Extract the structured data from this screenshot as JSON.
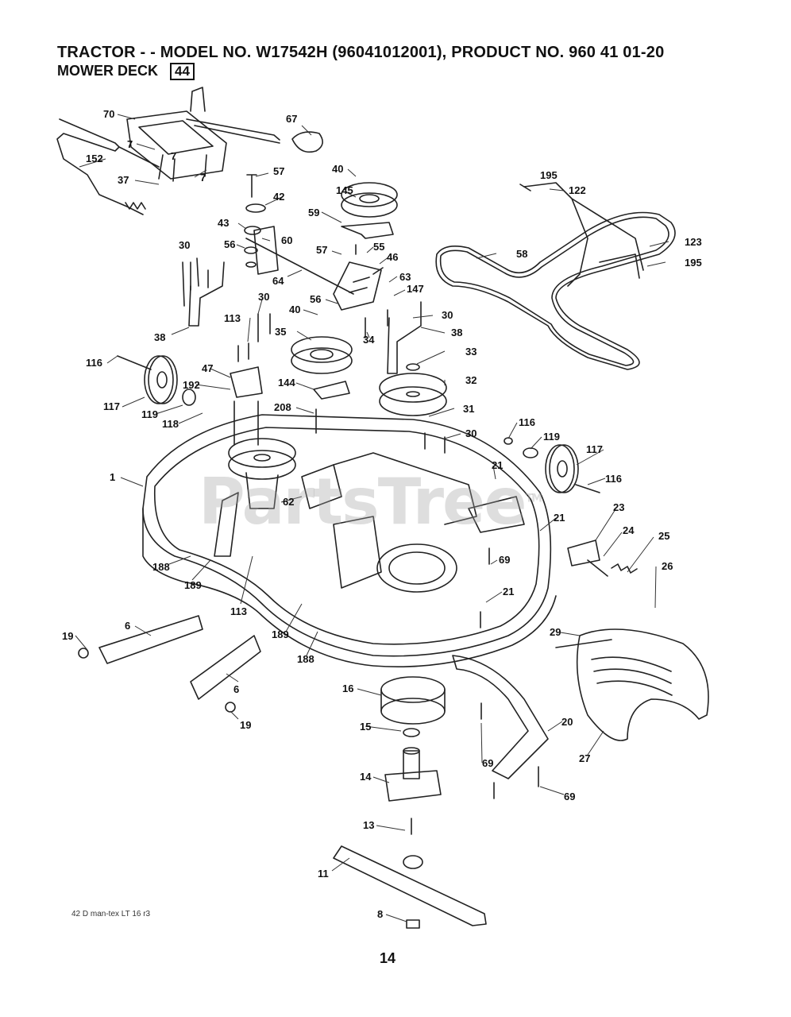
{
  "header": {
    "title": "TRACTOR - - MODEL NO. W17542H  (96041012001), PRODUCT NO. 960 41 01-20",
    "subtitle": "MOWER DECK",
    "section_number": "44"
  },
  "watermark": {
    "text": "PartsTree",
    "trademark": "TM"
  },
  "footer": {
    "code": "42  D  man-tex  LT  16  r3",
    "page_number": "14"
  },
  "callouts": [
    "70",
    "67",
    "7",
    "7",
    "152",
    "7",
    "37",
    "57",
    "40",
    "42",
    "145",
    "195",
    "122",
    "43",
    "59",
    "56",
    "60",
    "30",
    "57",
    "55",
    "46",
    "58",
    "123",
    "195",
    "64",
    "63",
    "40",
    "56",
    "147",
    "30",
    "113",
    "30",
    "38",
    "38",
    "35",
    "34",
    "33",
    "116",
    "47",
    "192",
    "144",
    "32",
    "117",
    "119",
    "118",
    "208",
    "31",
    "30",
    "116",
    "119",
    "117",
    "116",
    "21",
    "1",
    "62",
    "23",
    "21",
    "24",
    "25",
    "69",
    "188",
    "189",
    "113",
    "21",
    "26",
    "189",
    "188",
    "19",
    "6",
    "29",
    "6",
    "16",
    "20",
    "15",
    "19",
    "27",
    "69",
    "69",
    "14",
    "13",
    "11",
    "8"
  ]
}
